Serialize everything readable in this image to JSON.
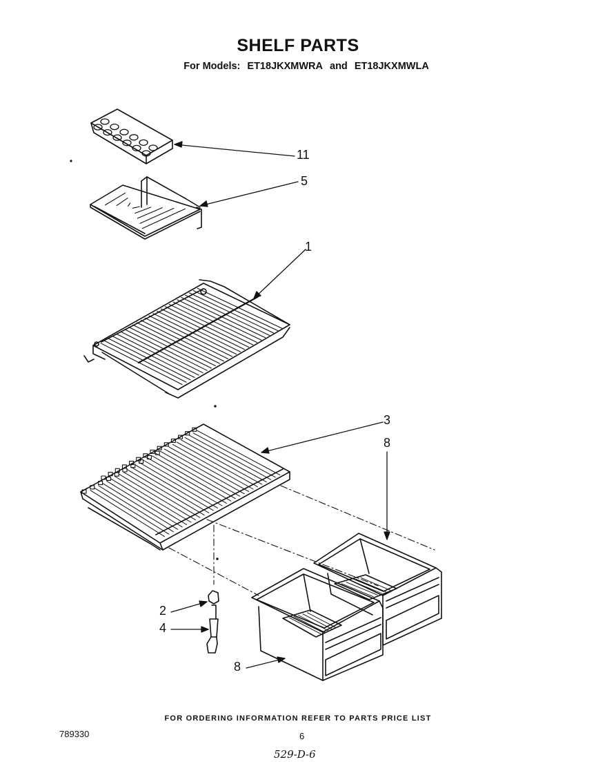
{
  "header": {
    "title": "SHELF PARTS",
    "models_prefix": "For Models:",
    "model_a": "ET18JKXMWRA",
    "conjunction": "and",
    "model_b": "ET18JKXMWLA"
  },
  "callouts": {
    "ice_tray": "11",
    "small_shelf": "5",
    "main_shelf": "1",
    "crisper_cover": "3",
    "right_crisper": "8",
    "support_top": "2",
    "support_bottom": "4",
    "left_crisper": "8"
  },
  "footer": {
    "ordering_note": "FOR ORDERING INFORMATION REFER TO PARTS PRICE LIST",
    "document_number": "789330",
    "page_number": "6",
    "handwritten_note": "529-D-6"
  }
}
